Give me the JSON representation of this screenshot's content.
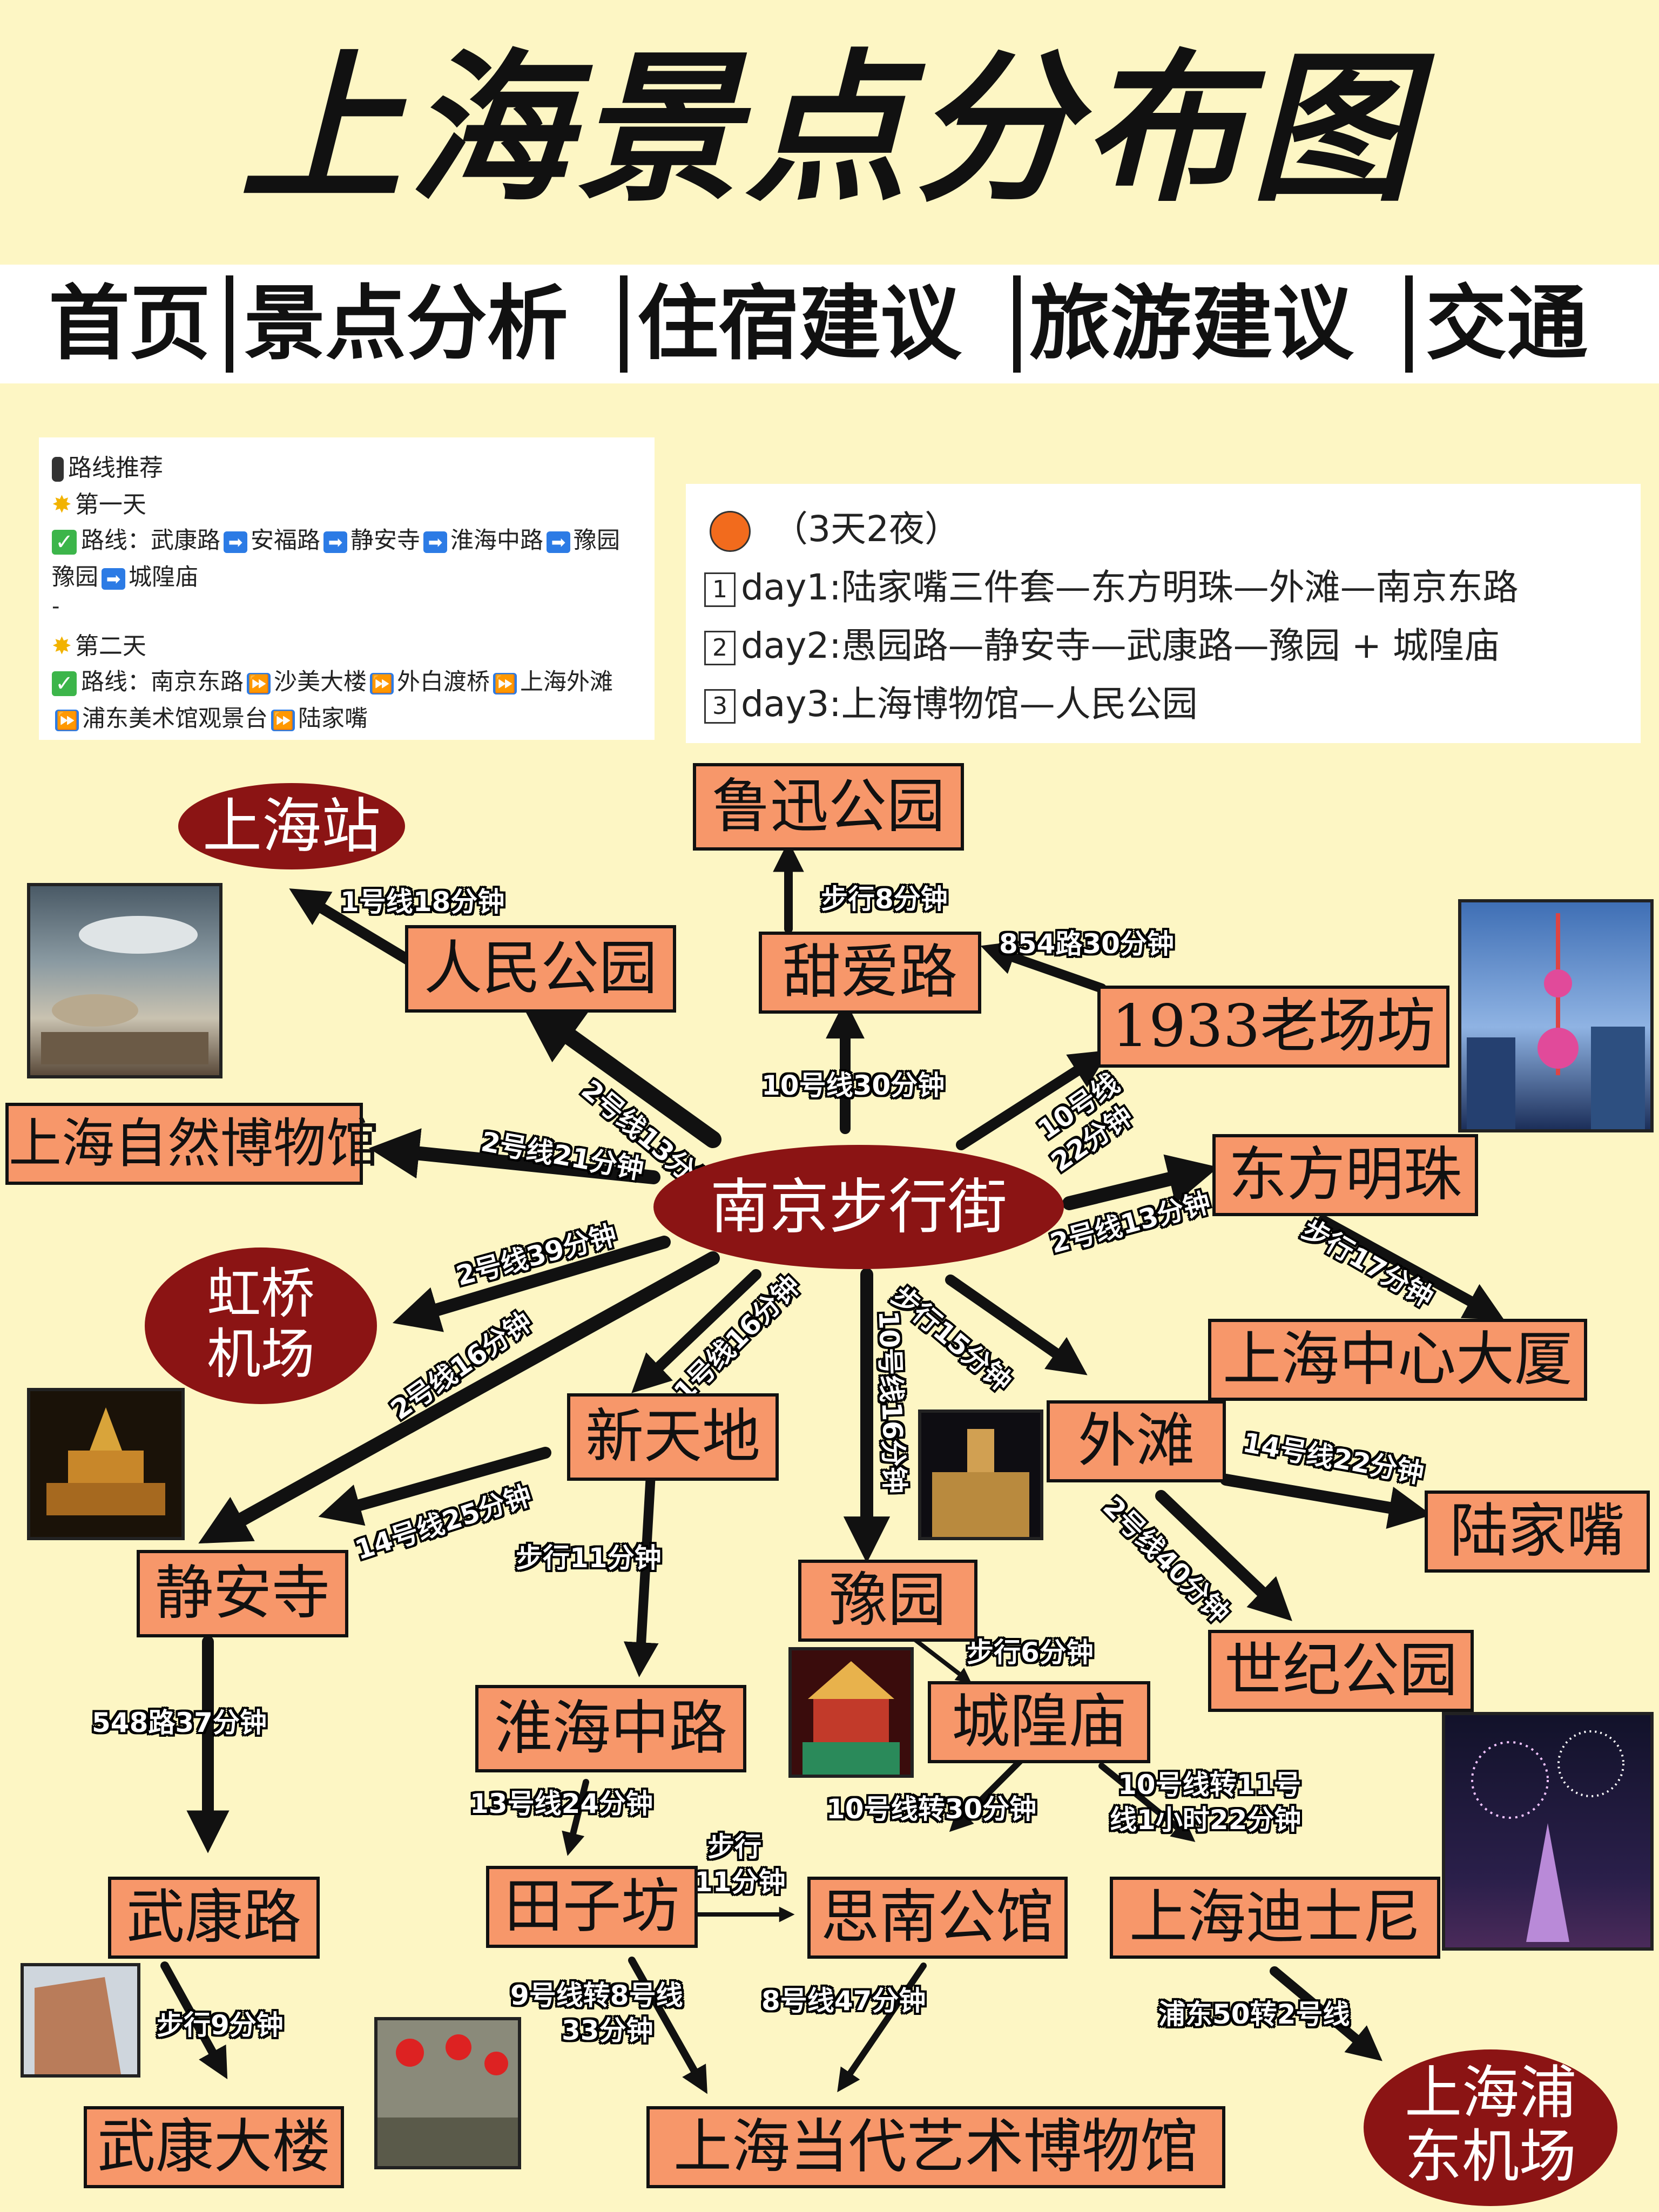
{
  "title": "上海景点分布图",
  "nav": [
    "首页",
    "景点分析",
    "住宿建议",
    "旅游建议",
    "交通"
  ],
  "route_panel": {
    "heading": "路线推荐",
    "day1_title": "第一天",
    "day1_prefix": "路线：",
    "day1_stops": [
      "武康路",
      "安福路",
      "静安寺",
      "淮海中路",
      "豫园",
      "城隍庙"
    ],
    "dash": "-",
    "day2_title": "第二天",
    "day2_prefix": "路线：",
    "day2_stops": [
      "南京东路",
      "沙美大楼",
      "外白渡桥",
      "上海外滩",
      "浦东美术馆观景台",
      "陆家嘴"
    ]
  },
  "plan_panel": {
    "heading": "（3天2夜）",
    "days": [
      {
        "num": "1",
        "text": "day1:陆家嘴三件套—东方明珠—外滩—南京东路"
      },
      {
        "num": "2",
        "text": "day2:愚园路—静安寺—武康路—豫园 + 城隍庙"
      },
      {
        "num": "3",
        "text": "day3:上海博物馆—人民公园"
      }
    ]
  },
  "nodes": {
    "center": "南京步行街",
    "shanghai_station": "上海站",
    "hongqiao": [
      "虹桥",
      "机场"
    ],
    "pudong_airport": [
      "上海浦",
      "东机场"
    ],
    "luxun_park": "鲁迅公园",
    "tianai_road": "甜爱路",
    "peoples_park": "人民公园",
    "laochangfang": "1933老场坊",
    "natural_museum": "上海自然博物馆",
    "oriental_pearl": "东方明珠",
    "shanghai_tower": "上海中心大厦",
    "xintiandi": "新天地",
    "bund": "外滩",
    "lujiazui": "陆家嘴",
    "jingan_temple": "静安寺",
    "yuyuan": "豫园",
    "century_park": "世纪公园",
    "chenghuang_temple": "城隍庙",
    "huaihai_road": "淮海中路",
    "wukang_road": "武康路",
    "tianzifang": "田子坊",
    "sinan_mansions": "思南公馆",
    "disney": "上海迪士尼",
    "wukang_building": "武康大楼",
    "power_station_art": "上海当代艺术博物馆"
  },
  "edge_labels": {
    "to_station": "1号线18分钟",
    "to_luxun": "步行8分钟",
    "to_tianai_from_1933": "854路30分钟",
    "to_peoples_park": "2号线13分钟",
    "to_tianai": "10号线30分钟",
    "to_1933_a": "10号线",
    "to_1933_b": "22分钟",
    "to_natural": "2号线21分钟",
    "to_pearl": "2号线13分钟",
    "to_tower": "步行17分钟",
    "to_hongqiao": "2号线39分钟",
    "to_jingan_long": "2号线16分钟",
    "to_xintiandi": "1号线16分钟",
    "to_yuyuan": "10号线16分钟",
    "to_bund": "步行15分钟",
    "to_lujiazui": "14号线22分钟",
    "jingan_xintiandi": "14号线25分钟",
    "to_huaihai": "步行11分钟",
    "to_century": "2号线40分钟",
    "to_chenghuang": "步行6分钟",
    "to_wukang": "548路37分钟",
    "to_tianzifang": "13号线24分钟",
    "to_sinan": "10号线转30分钟",
    "to_disney_a": "10号线转11号",
    "to_disney_b": "线1小时22分钟",
    "tzf_sinan_a": "步行",
    "tzf_sinan_b": "11分钟",
    "to_wukang_bldg": "步行9分钟",
    "tzf_museum_a": "9号线转8号线",
    "tzf_museum_b": "33分钟",
    "sinan_museum": "8号线47分钟",
    "to_pudong": "浦东50转2号线"
  },
  "photo_icons": [
    "museum-photo",
    "oriental-pearl-photo",
    "jingan-temple-photo",
    "bund-night-photo",
    "chenghuang-temple-photo",
    "disney-fireworks-photo",
    "wukang-building-photo",
    "tianzifang-photo"
  ],
  "colors": {
    "background": "#fdf6c4",
    "box": "#f7976a",
    "oval": "#8b1414"
  }
}
